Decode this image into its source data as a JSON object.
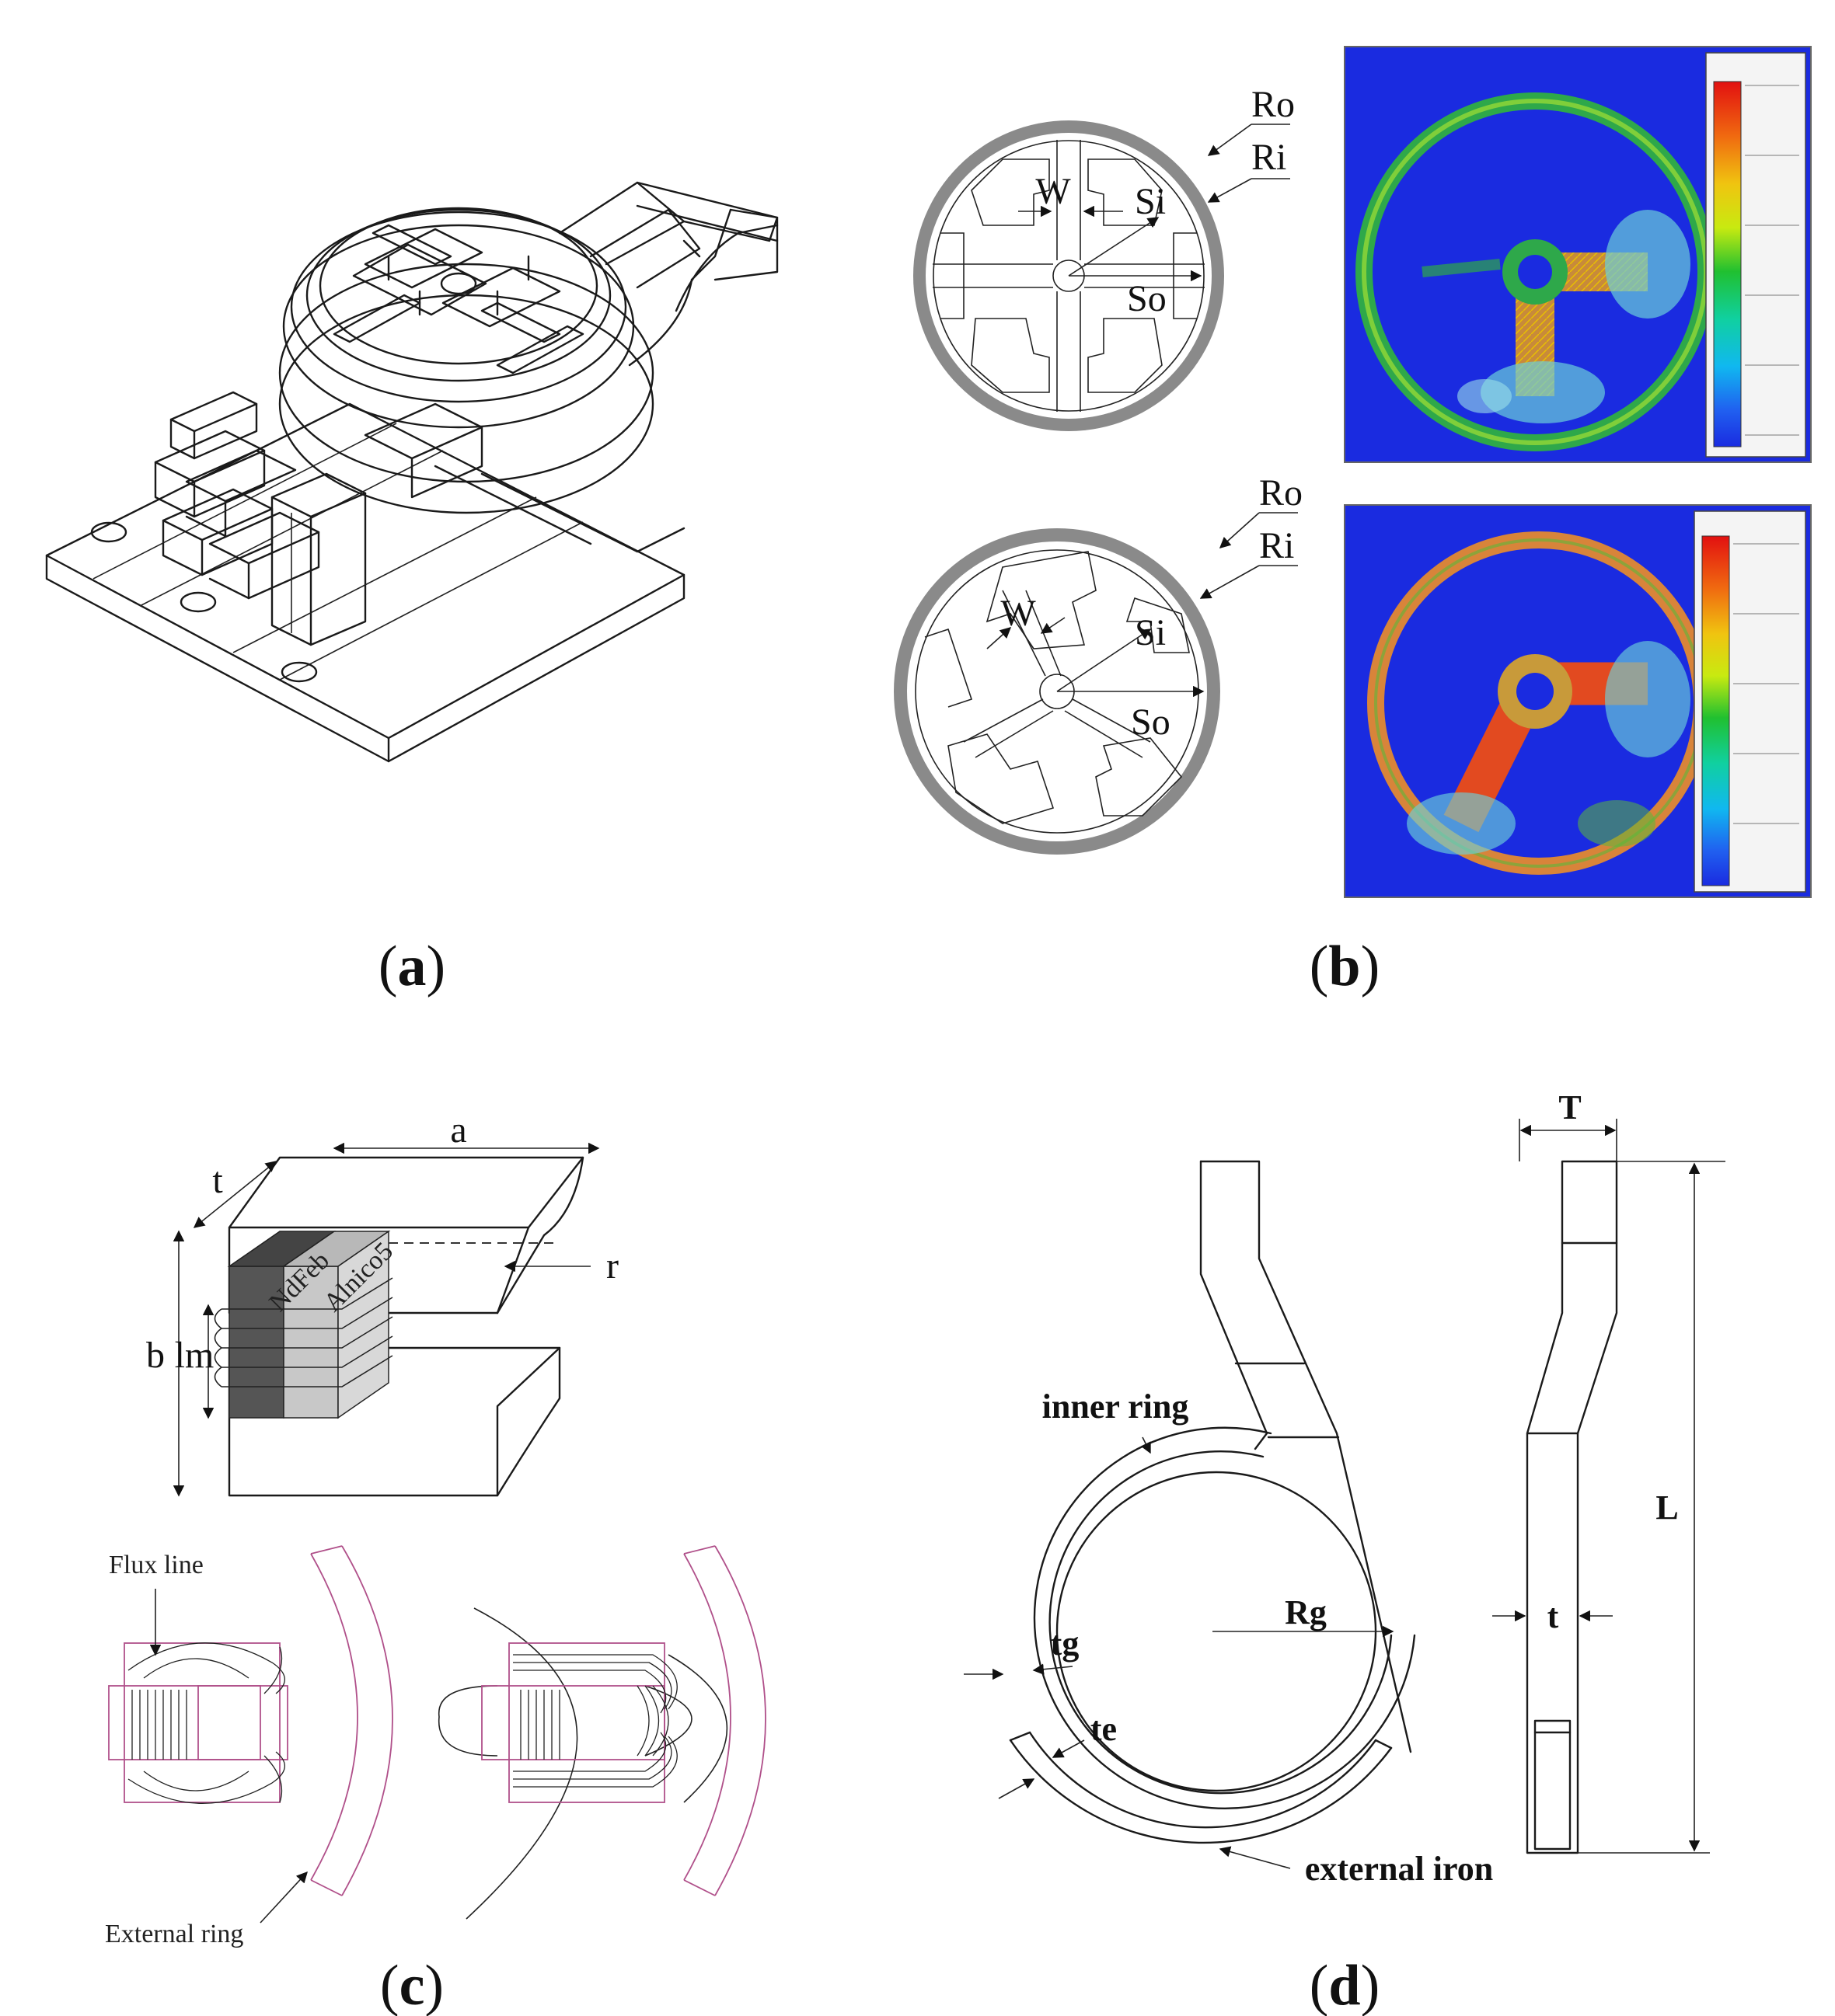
{
  "captions": {
    "a": "a",
    "b": "b",
    "c": "c",
    "d": "d"
  },
  "panel_b": {
    "labels": {
      "Ro": "Ro",
      "Ri": "Ri",
      "W": "W",
      "Si": "Si",
      "So": "So"
    }
  },
  "panel_c": {
    "labels": {
      "a": "a",
      "t": "t",
      "b": "b",
      "lm": "lm",
      "r": "r",
      "ndfeb": "NdFeb",
      "alnico5": "Alnico5",
      "flux_line": "Flux line",
      "external_ring": "External ring"
    }
  },
  "panel_d": {
    "labels": {
      "T": "T",
      "L": "L",
      "t": "t",
      "Rg": "Rg",
      "tg": "tg",
      "te": "te",
      "inner_ring": "inner ring",
      "external_iron": "external iron"
    }
  },
  "colors": {
    "fea_background": "#1a2be0",
    "ring_gray": "#8a8a8a",
    "magnet_dark": "#555555",
    "magnet_light": "#c8c8c8",
    "contour_magenta": "#b0508a"
  }
}
